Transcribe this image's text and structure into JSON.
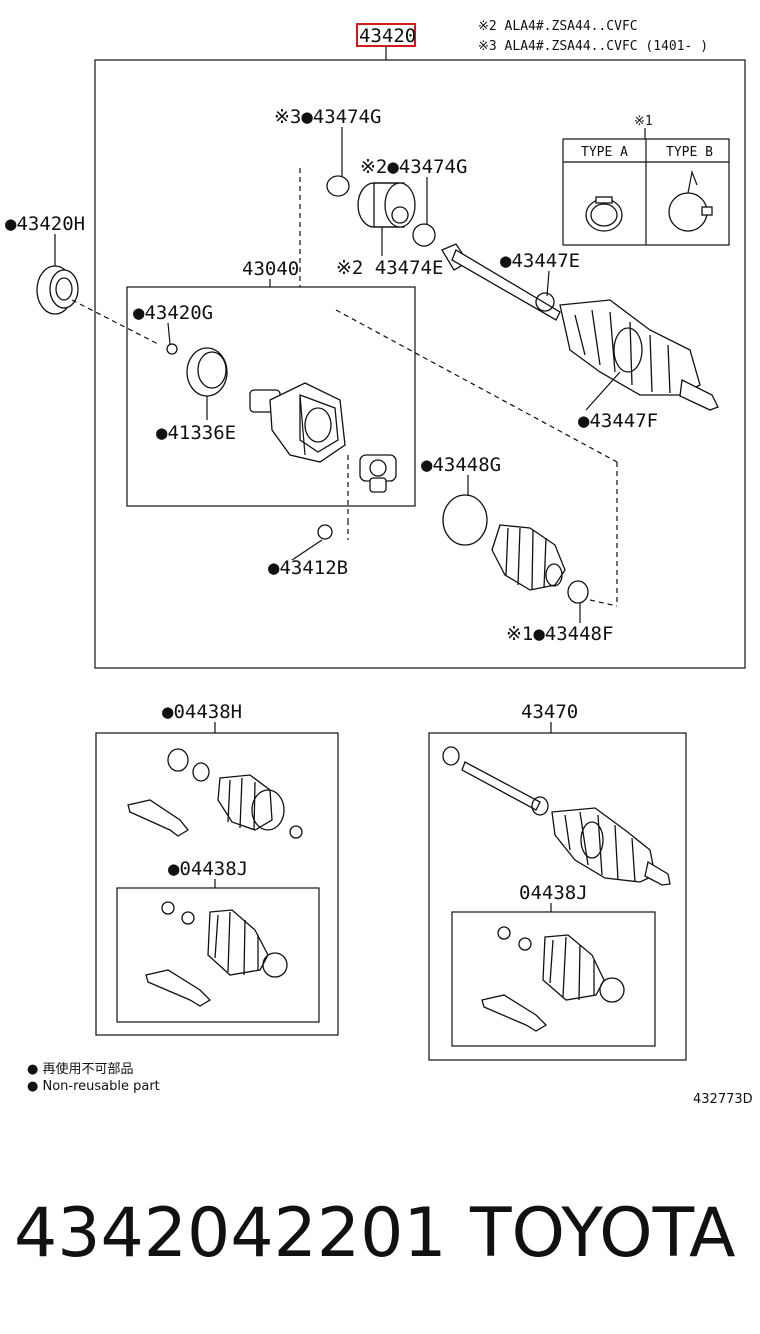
{
  "title_part": "43420",
  "notes": {
    "n2": "※2 ALA4#.ZSA44..CVFC",
    "n3": "※3 ALA4#.ZSA44..CVFC (1401-    )"
  },
  "type_box": {
    "marker": "※1",
    "type_a": "TYPE A",
    "type_b": "TYPE B"
  },
  "main_labels": {
    "p43474G_top": "※3●43474G",
    "p43474G_mid": "※2●43474G",
    "p43474E": "※2 43474E",
    "p43420H": "●43420H",
    "p43040": "43040",
    "p43447E": "●43447E",
    "p43420G": "●43420G",
    "p41336E": "●41336E",
    "p43447F": "●43447F",
    "p43448G": "●43448G",
    "p43412B": "●43412B",
    "p43448F": "※1●43448F"
  },
  "kits": {
    "kit_h": "●04438H",
    "kit_j_inner": "●04438J",
    "assy": "43470",
    "kit_j_assy": "04438J"
  },
  "legend": {
    "line1": "● 再使用不可部品",
    "line2": "● Non-reusable part"
  },
  "diagram_code": "432773D",
  "footer": {
    "part_number": "4342042201",
    "brand": "TOYOTA"
  },
  "colors": {
    "highlight": "#d11a1a",
    "line": "#111111"
  }
}
